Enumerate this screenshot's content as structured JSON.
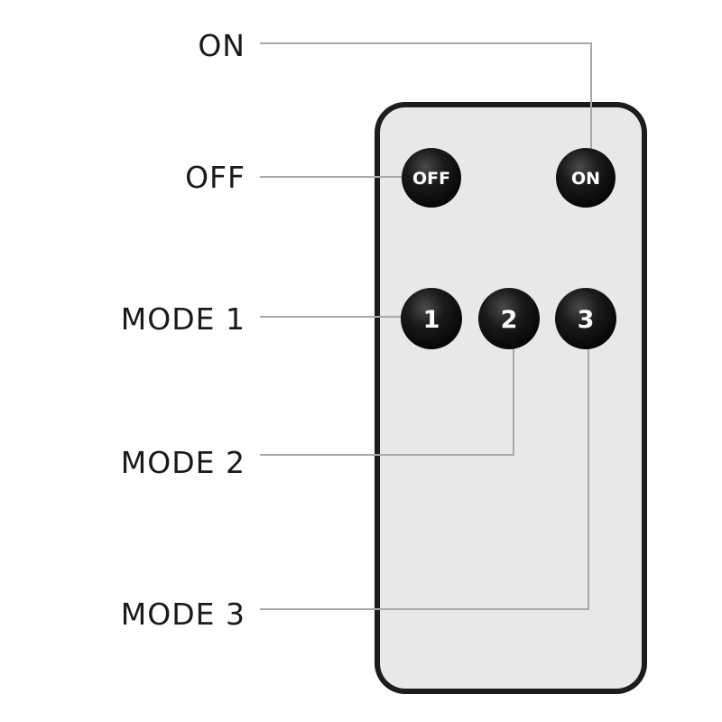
{
  "callouts": {
    "on": "ON",
    "off": "OFF",
    "mode1": "MODE 1",
    "mode2": "MODE 2",
    "mode3": "MODE 3"
  },
  "buttons": {
    "off": "OFF",
    "on": "ON",
    "mode1": "1",
    "mode2": "2",
    "mode3": "3"
  },
  "colors": {
    "remote_body": "#e8e8e8",
    "remote_border": "#1c1c1c",
    "button_fill": "#111111",
    "leader_line": "#a9a9a9",
    "label_text": "#1a1a1a"
  }
}
